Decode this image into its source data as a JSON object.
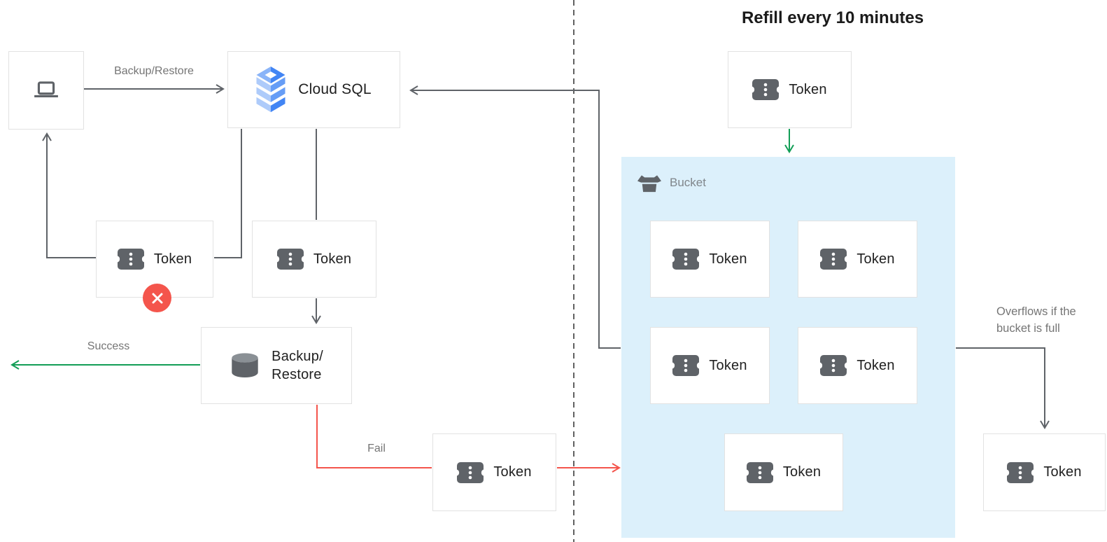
{
  "title": "Refill every 10 minutes",
  "labels": {
    "token": "Token",
    "cloud_sql": "Cloud SQL",
    "backup_restore_line1": "Backup/",
    "backup_restore_line2": "Restore",
    "edge_backup_restore": "Backup/Restore",
    "edge_success": "Success",
    "edge_fail": "Fail",
    "bucket": "Bucket",
    "overflow_line1": "Overflows if the",
    "overflow_line2": "bucket is full"
  },
  "colors": {
    "success_green": "#129e56",
    "fail_red": "#f4554c",
    "connector_gray": "#5f6368",
    "bucket_background": "#dcf0fb",
    "label_gray": "#757575",
    "node_text": "#212121",
    "cloud_sql_blue_dark": "#4285f4",
    "cloud_sql_blue_mid": "#669df6",
    "cloud_sql_blue_light": "#aecbfa",
    "icon_gray": "#5f6368"
  },
  "icons": {
    "laptop": "laptop-icon",
    "cloud_sql": "cloud-sql-icon",
    "token": "token-ticket-icon",
    "database": "database-icon",
    "bucket": "bucket-icon",
    "error": "error-x-icon"
  }
}
